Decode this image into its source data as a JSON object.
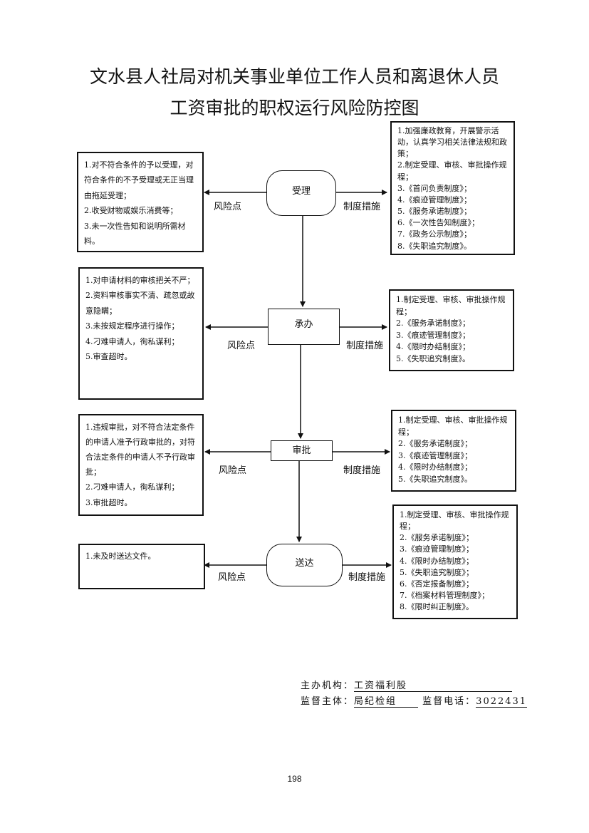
{
  "title": {
    "line1": "文水县人社局对机关事业单位工作人员和离退休人员",
    "line2": "工资审批的职权运行风险防控图"
  },
  "labels": {
    "risk_point": "风险点",
    "measures": "制度措施"
  },
  "steps": [
    {
      "name": "受理",
      "risks": [
        "1.对不符合条件的予以受理，对符合条件的不予受理或无正当理由拖延受理；",
        "2.收受财物或娱乐消费等；",
        "3.未一次性告知和说明所需材料。"
      ],
      "measures": [
        "1.加强廉政教育，开展警示活动，认真学习相关法律法规和政策；",
        "2.制定受理、审核、审批操作规程；",
        "3.《首问负责制度》；",
        "4.《痕迹管理制度》；",
        "5.《服务承诺制度》；",
        "6.《一次性告知制度》；",
        "7.《政务公示制度》；",
        "8.《失职追究制度》。"
      ]
    },
    {
      "name": "承办",
      "risks": [
        "1.对申请材料的审核把关不严；",
        "2.资料审核事实不清、疏忽或故意隐瞒；",
        "3.未按规定程序进行操作；",
        "4.刁难申请人，徇私谋利；",
        "5.审查超时。"
      ],
      "measures": [
        "1.制定受理、审核、审批操作规程；",
        "2.《服务承诺制度》；",
        "3.《痕迹管理制度》；",
        "4.《限时办结制度》；",
        "5.《失职追究制度》。"
      ]
    },
    {
      "name": "审批",
      "risks": [
        "1.违规审批，对不符合法定条件的申请人准予行政审批的，对符合法定条件的申请人不予行政审批；",
        "2.刁难申请人，徇私谋利；",
        "3.审批超时。"
      ],
      "measures": [
        "1.制定受理、审核、审批操作规程；",
        "2.《服务承诺制度》；",
        "3.《痕迹管理制度》；",
        "4.《限时办结制度》；",
        "5.《失职追究制度》。"
      ]
    },
    {
      "name": "送达",
      "risks": [
        "1.未及时送达文件。"
      ],
      "measures": [
        "1.制定受理、审核、审批操作规程；",
        "2.《服务承诺制度》；",
        "3.《痕迹管理制度》；",
        "4.《限时办结制度》；",
        "5.《失职追究制度》；",
        "6.《否定报备制度》；",
        "7.《档案材料管理制度》；",
        "8.《限时纠正制度》。"
      ]
    }
  ],
  "footer": {
    "org_label": "主办机构：",
    "org_value": "工资福利股",
    "supervisor_label": "监督主体：",
    "supervisor_value": "局纪检组",
    "phone_label": "监督电话：",
    "phone_value": "3022431"
  },
  "page_number": "198"
}
